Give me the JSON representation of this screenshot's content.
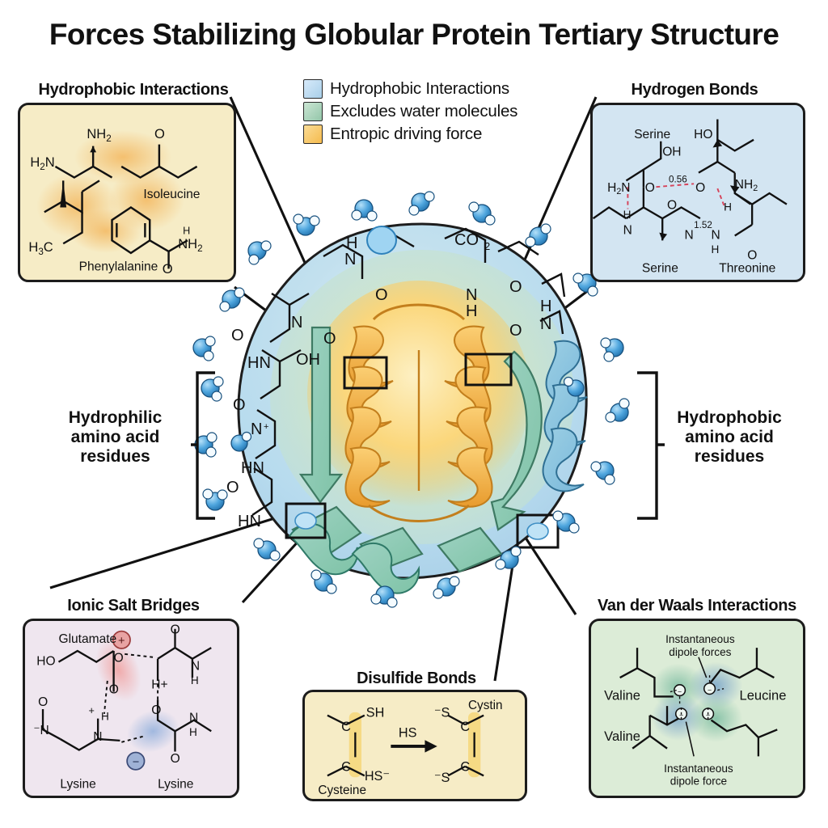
{
  "title": "Forces Stabilizing Globular Protein Tertiary Structure",
  "legend": {
    "items": [
      {
        "label": "Hydrophobic Interactions",
        "color": "#bcd9ef"
      },
      {
        "label": "Excludes water molecules",
        "color": "#a9d3bb"
      },
      {
        "label": "Entropic driving force",
        "color": "#f6c濃"
      }
    ]
  },
  "legend_items": [
    {
      "label": "Hydrophobic Interactions",
      "color": "#b9d8f0",
      "icon": "legend-swatch-blue"
    },
    {
      "label": "Excludes water molecules",
      "color": "#a6d2b9",
      "icon": "legend-swatch-green"
    },
    {
      "label": "Entropic driving force",
      "color": "#f9cb68",
      "icon": "legend-swatch-orange"
    }
  ],
  "side_labels": {
    "left": "Hydrophilic\namino acid\nresidues",
    "left_l1": "Hydrophilic",
    "left_l2": "amino acid",
    "left_l3": "residues",
    "right_l1": "Hydrophobic",
    "right_l2": "amino acid",
    "right_l3": "residues"
  },
  "panels": {
    "hydrophobic": {
      "title": "Hydrophobic Interactions",
      "bg": "#f6ecc6",
      "labels": {
        "nh2_top": "NH",
        "nh2_top_sub": "2",
        "h2n_left": "H",
        "h2n_left_sub": "2",
        "h2n_left_rest": "N",
        "o_top": "O",
        "isoleucine": "Isoleucine",
        "h3c": "H",
        "h3c_sub": "3",
        "h3c_rest": "C",
        "phenylalanine": "Phenylalanine",
        "nh2_right": "NH",
        "nh2_right_sub": "2",
        "h_right": "H",
        "o_bottom": "O"
      }
    },
    "hydrogen": {
      "title": "Hydrogen Bonds",
      "bg": "#d3e5f2",
      "labels": {
        "serine_top": "Serine",
        "oh": "OH",
        "ho": "HO",
        "h2n": "H",
        "h2n_sub": "2",
        "h2n_rest": "N",
        "o_left": "O",
        "dist1": "0.56",
        "o_right": "O",
        "nh2": "NH",
        "nh2_sub": "2",
        "h_left": "H",
        "n_left": "N",
        "o_mid": "O",
        "dist2": "1.52",
        "n_mid": "N",
        "n_right": "N",
        "n_right_h": "H",
        "h_right": "H",
        "o_bottom": "O",
        "serine_bottom": "Serine",
        "threonine": "Threonine"
      }
    },
    "ionic": {
      "title": "Ionic Salt Bridges",
      "bg": "#efe6ef",
      "labels": {
        "glutamate": "Glutamate",
        "ho": "HO",
        "plus_circle": "+",
        "o_charged": "O",
        "o_dbl": "O",
        "o_topright": "O",
        "n_right": "N",
        "n_right_h": "H",
        "h_plus": "H+",
        "o_blue": "O",
        "minus_circle": "−",
        "n_left_minus": "N",
        "o_left": "O",
        "plus_small": "+",
        "h_mid": "H",
        "n_mid": "N",
        "n_far_right": "N",
        "n_far_right_h": "H",
        "o_bottom": "O",
        "lysine_left": "Lysine",
        "lysine_right": "Lysine"
      }
    },
    "disulfide": {
      "title": "Disulfide Bonds",
      "bg": "#f6ecc6",
      "labels": {
        "sh": "SH",
        "c_top": "C",
        "c_bottom": "C",
        "hs_minus": "HS−",
        "cysteine": "Cysteine",
        "hs_reagent": "HS",
        "s_top": "−S",
        "s_bottom": "−S",
        "cystin": "Cystin",
        "c2_top": "C",
        "c2_bottom": "C"
      }
    },
    "vdw": {
      "title": "Van der Waals Interactions",
      "bg": "#dcecd7",
      "labels": {
        "inst_top_l1": "Instantaneous",
        "inst_top_l2": "dipole forces",
        "valine_top": "Valine",
        "leucine": "Leucine",
        "valine_bottom": "Valine",
        "inst_bot_l1": "Instantaneous",
        "inst_bot_l2": "dipole force",
        "charge": "⊖"
      }
    }
  },
  "protein": {
    "labels": {
      "co2": "CO",
      "co2_sub": "2",
      "hn_top": "H",
      "hn_top_n": "N",
      "oh": "OH",
      "hn_mid": "HN",
      "n_plus": "N",
      "n_label": "N",
      "h_label": "H",
      "o_label": "O",
      "hn_bottom": "HN"
    },
    "colors": {
      "shell": "#bcd9f0",
      "mid": "#a9d3bb",
      "core": "#f8c95c",
      "helix": "#f0a73a",
      "water": "#4aa3dd"
    }
  }
}
